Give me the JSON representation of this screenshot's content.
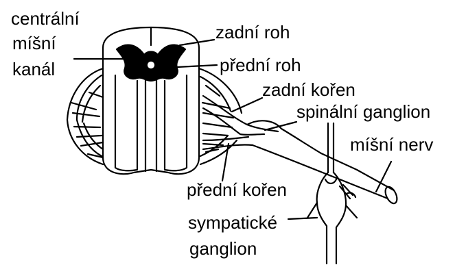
{
  "diagram": {
    "title": "",
    "colors": {
      "ink": "#000000",
      "paper": "#ffffff"
    },
    "labels": {
      "central_canal_line1": "centrální",
      "central_canal_line2": "míšní",
      "central_canal_line3": "kanál",
      "dorsal_horn": "zadní roh",
      "ventral_horn": "přední roh",
      "dorsal_root": "zadní kořen",
      "spinal_ganglion": "spinální ganglion",
      "spinal_nerve": "míšní nerv",
      "ventral_root": "přední kořen",
      "sympathetic_ganglion_line1": "sympatické",
      "sympathetic_ganglion_line2": "ganglion"
    }
  }
}
